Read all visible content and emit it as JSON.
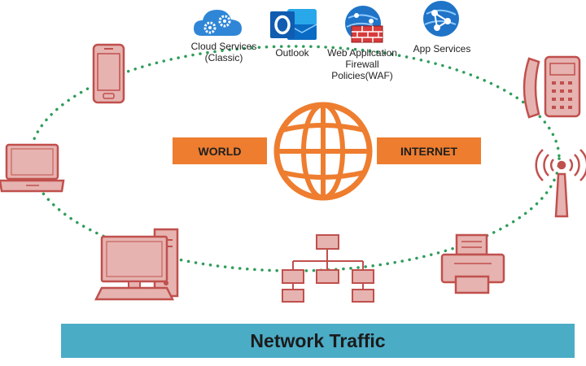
{
  "services": [
    {
      "icon": "cloud-gears-icon",
      "label_line1": "Cloud Services",
      "label_line2": "(Classic)"
    },
    {
      "icon": "outlook-icon",
      "label_line1": "Outlook"
    },
    {
      "icon": "waf-icon",
      "label_line1": "Web Application",
      "label_line2": "Firewall",
      "label_line3": "Policies(WAF)"
    },
    {
      "icon": "app-services-icon",
      "label_line1": "App Services"
    }
  ],
  "center": {
    "left_label": "WORLD",
    "right_label": "INTERNET",
    "icon": "globe-icon"
  },
  "devices": [
    "smartphone-icon",
    "laptop-icon",
    "desktop-computer-icon",
    "network-hierarchy-icon",
    "printer-icon",
    "antenna-icon",
    "telephone-icon"
  ],
  "footer": {
    "title": "Network Traffic"
  },
  "colors": {
    "device": "#c0504d",
    "device_fill": "#e6b3b0",
    "accent_orange": "#ee7d2f",
    "footer_bar": "#4bacc6",
    "ring_dots": "#2e9d5a",
    "azure_blue": "#1f74c7"
  }
}
